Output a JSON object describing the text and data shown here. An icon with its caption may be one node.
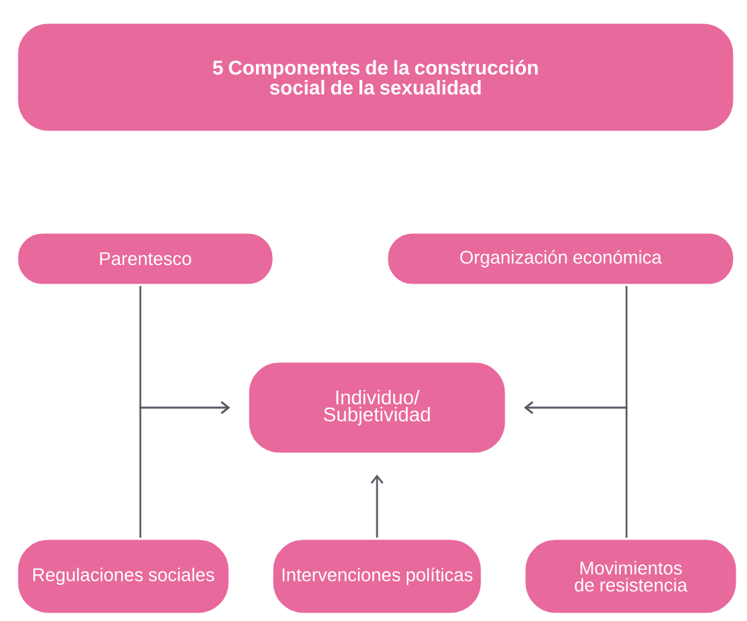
{
  "diagram": {
    "nodes": [
      {
        "text": [
          "5 Componentes de la construcción social de la sexualidad"
        ]
      },
      {
        "text": [
          "Parentesco"
        ]
      },
      {
        "text": [
          "Organización económica"
        ]
      },
      {
        "text": [
          "Individuo/ Subjetividad"
        ]
      },
      {
        "text": [
          "Regulaciones sociales"
        ]
      },
      {
        "text": [
          "Intervenciones políticas"
        ]
      },
      {
        "text": [
          "Movimientos de resistencia"
        ]
      }
    ],
    "edges": [
      {
        "from": 1,
        "to": 3,
        "arrow": "to"
      },
      {
        "from": 4,
        "to": 3,
        "arrow": "to"
      },
      {
        "from": 2,
        "to": 3,
        "arrow": "to"
      },
      {
        "from": 6,
        "to": 3,
        "arrow": "to"
      },
      {
        "from": 5,
        "to": 3,
        "arrow": "to"
      }
    ]
  }
}
